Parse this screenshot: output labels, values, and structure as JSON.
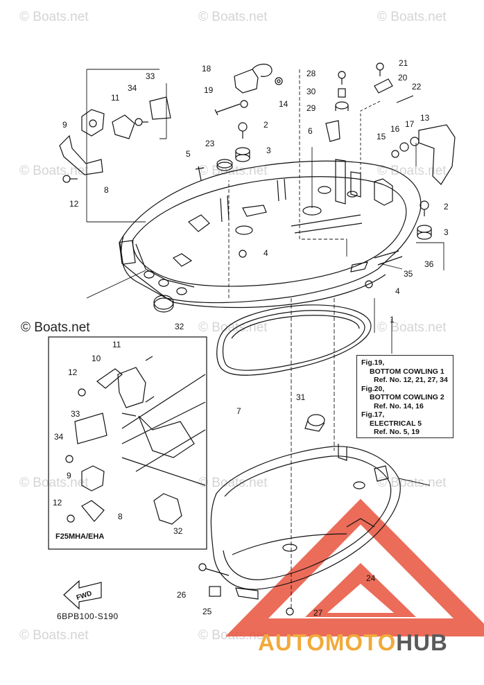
{
  "watermark": "© Boats.net",
  "watermark_prominent": "© Boats.net",
  "brand": {
    "part1": "AUTOMOTO",
    "part2": "HUB",
    "color_part1": "#f2a93a",
    "color_part2": "#5a5a5a",
    "triangle_color": "#e8523c"
  },
  "reference_box": {
    "lines": [
      "Fig.19,",
      "BOTTOM COWLING 1",
      "Ref. No. 12, 21, 27, 34",
      "Fig.20,",
      "BOTTOM COWLING 2",
      "Ref. No. 14, 16",
      "Fig.17,",
      "ELECTRICAL 5",
      "Ref. No. 5, 19"
    ]
  },
  "inset_label": "F25MHA/EHA",
  "fwd_label": "FWD",
  "diagram_code": "6BPB100-S190",
  "callouts": [
    "1",
    "2",
    "2",
    "3",
    "3",
    "4",
    "4",
    "5",
    "6",
    "7",
    "8",
    "8",
    "9",
    "9",
    "10",
    "11",
    "11",
    "12",
    "12",
    "12",
    "13",
    "14",
    "15",
    "16",
    "17",
    "18",
    "19",
    "20",
    "21",
    "22",
    "23",
    "24",
    "25",
    "26",
    "27",
    "28",
    "29",
    "30",
    "31",
    "32",
    "32",
    "33",
    "33",
    "34",
    "34",
    "35",
    "36"
  ]
}
